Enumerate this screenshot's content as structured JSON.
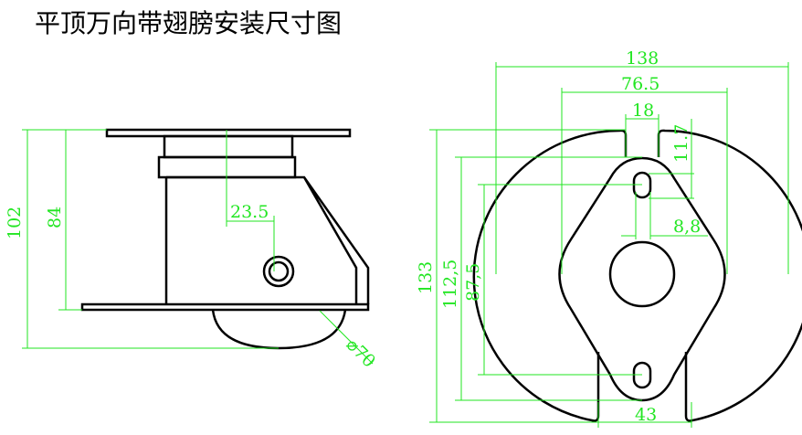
{
  "title": "平顶万向带翅膀安装尺寸图",
  "colors": {
    "dimension": "#22e622",
    "outline": "#000000"
  },
  "side_view": {
    "height_total": "102",
    "height_plate": "84",
    "axle_offset": "23.5",
    "wheel_diameter": "⌀70"
  },
  "front_view": {
    "overall_width": "138",
    "flange_width": "76.5",
    "slot_width": "18",
    "hole_offset": "11.7",
    "hole_width": "8,8",
    "overall_height": "133",
    "flange_height": "112,5",
    "hole_spacing": "87,5",
    "bottom_slot_width": "43"
  }
}
